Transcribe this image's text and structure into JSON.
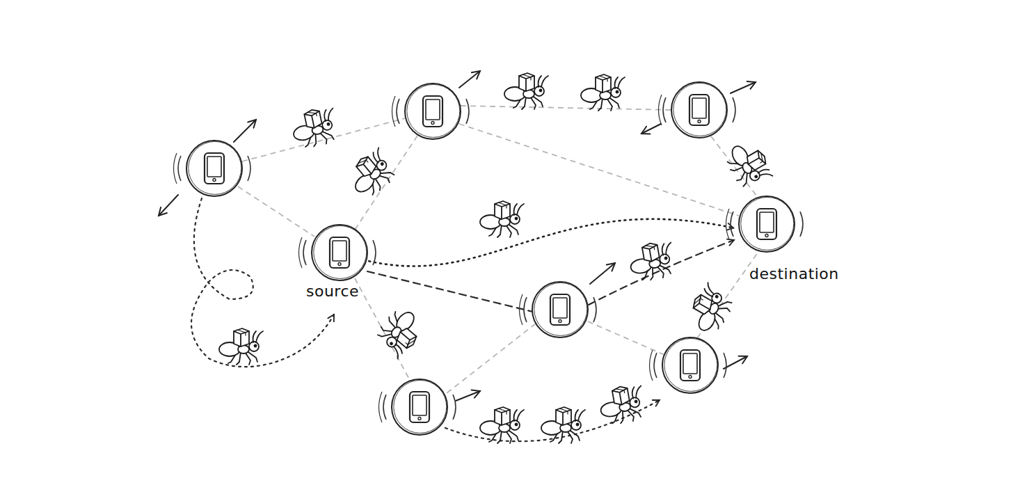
{
  "diagram": {
    "nodes": [
      {
        "text": [
          "source"
        ]
      },
      {
        "text": [
          "destination"
        ]
      }
    ],
    "edges": [
      {
        "from": 0,
        "to": 1,
        "arrow": "to"
      }
    ]
  }
}
